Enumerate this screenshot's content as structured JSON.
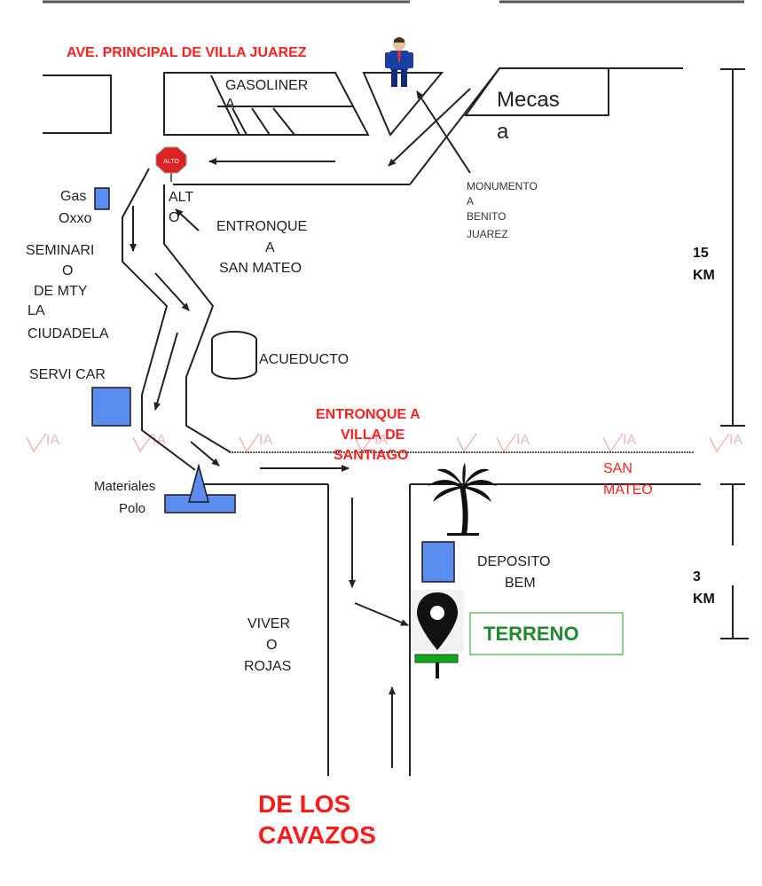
{
  "labels": {
    "ave_principal": "AVE. PRINCIPAL  DE VILLA JUAREZ",
    "gasolinera_1": "GASOLINER",
    "gasolinera_2": "A",
    "mecas_1": "Mecas",
    "mecas_2": "a",
    "monumento_1": "MONUMENTO",
    "monumento_2": "A",
    "monumento_3": "BENITO",
    "monumento_4": "JUAREZ",
    "alto_sign": "ALTO",
    "alto_1": "ALT",
    "alto_2": "O",
    "gas_oxxo_1": "Gas",
    "gas_oxxo_2": "Oxxo",
    "entronque_sm_1": "ENTRONQUE",
    "entronque_sm_2": "A",
    "entronque_sm_3": "SAN MATEO",
    "seminario_1": "SEMINARI",
    "seminario_2": "O",
    "seminario_3": "DE MTY",
    "ciudadela_1": "LA",
    "ciudadela_2": "CIUDADELA",
    "acueducto": "ACUEDUCTO",
    "servi_car": "SERVI CAR",
    "entronque_vs_1": "ENTRONQUE A",
    "entronque_vs_2": "VILLA DE",
    "entronque_vs_3": "SANTIAGO",
    "san_mateo_1": "SAN",
    "san_mateo_2": "MATEO",
    "materiales_1": "Materiales",
    "materiales_2": "Polo",
    "deposito_1": "DEPOSITO",
    "deposito_2": "BEM",
    "terreno": "TERRENO",
    "vivero_1": "VIVER",
    "vivero_2": "O",
    "vivero_3": "ROJAS",
    "cavazos_1": "DE LOS",
    "cavazos_2": "CAVAZOS",
    "dist_15": "15",
    "dist_15_unit": "KM",
    "dist_3": "3",
    "dist_3_unit": "KM"
  },
  "watermark": "IA",
  "colors": {
    "red_label": "#ff2020",
    "blue_box": "#5b8def",
    "green_label": "#1f8a2e",
    "green_bar": "#17a51f",
    "watermark": "#f1b7b7"
  },
  "icons": [
    "person-icon",
    "stop-sign-icon",
    "palm-tree-icon",
    "location-pin-icon",
    "tank-icon"
  ]
}
